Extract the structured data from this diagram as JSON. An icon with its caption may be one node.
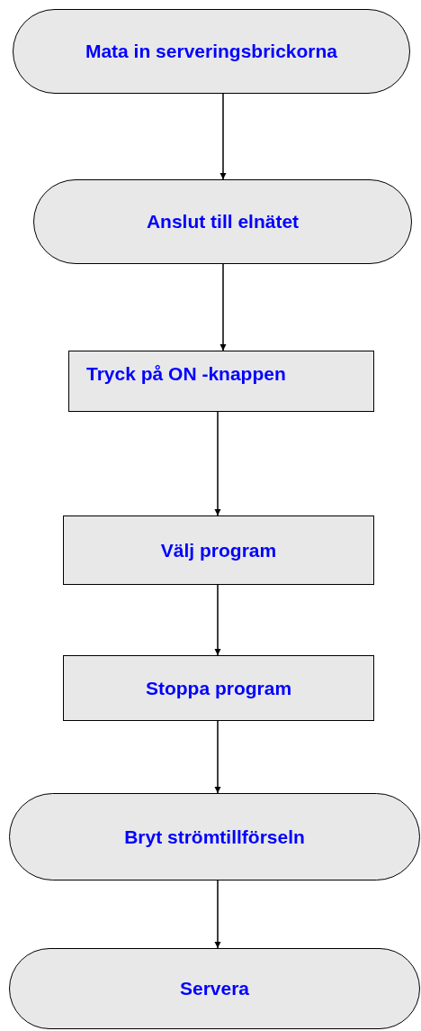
{
  "diagram": {
    "nodes": [
      {
        "text": [
          "Mata in serveringsbrickorna"
        ]
      },
      {
        "text": [
          "Anslut till elnätet"
        ]
      },
      {
        "text": [
          "Tryck på ON -knappen"
        ]
      },
      {
        "text": [
          "Välj program"
        ]
      },
      {
        "text": [
          "Stoppa program"
        ]
      },
      {
        "text": [
          "Bryt strömtillförseln"
        ]
      },
      {
        "text": [
          "Servera"
        ]
      }
    ],
    "edges": [
      {
        "from": 0,
        "to": 1,
        "arrow": "to"
      },
      {
        "from": 1,
        "to": 2,
        "arrow": "to"
      },
      {
        "from": 2,
        "to": 3,
        "arrow": "to"
      },
      {
        "from": 3,
        "to": 4,
        "arrow": "to"
      },
      {
        "from": 4,
        "to": 5,
        "arrow": "to"
      },
      {
        "from": 5,
        "to": 6,
        "arrow": "to"
      }
    ]
  }
}
